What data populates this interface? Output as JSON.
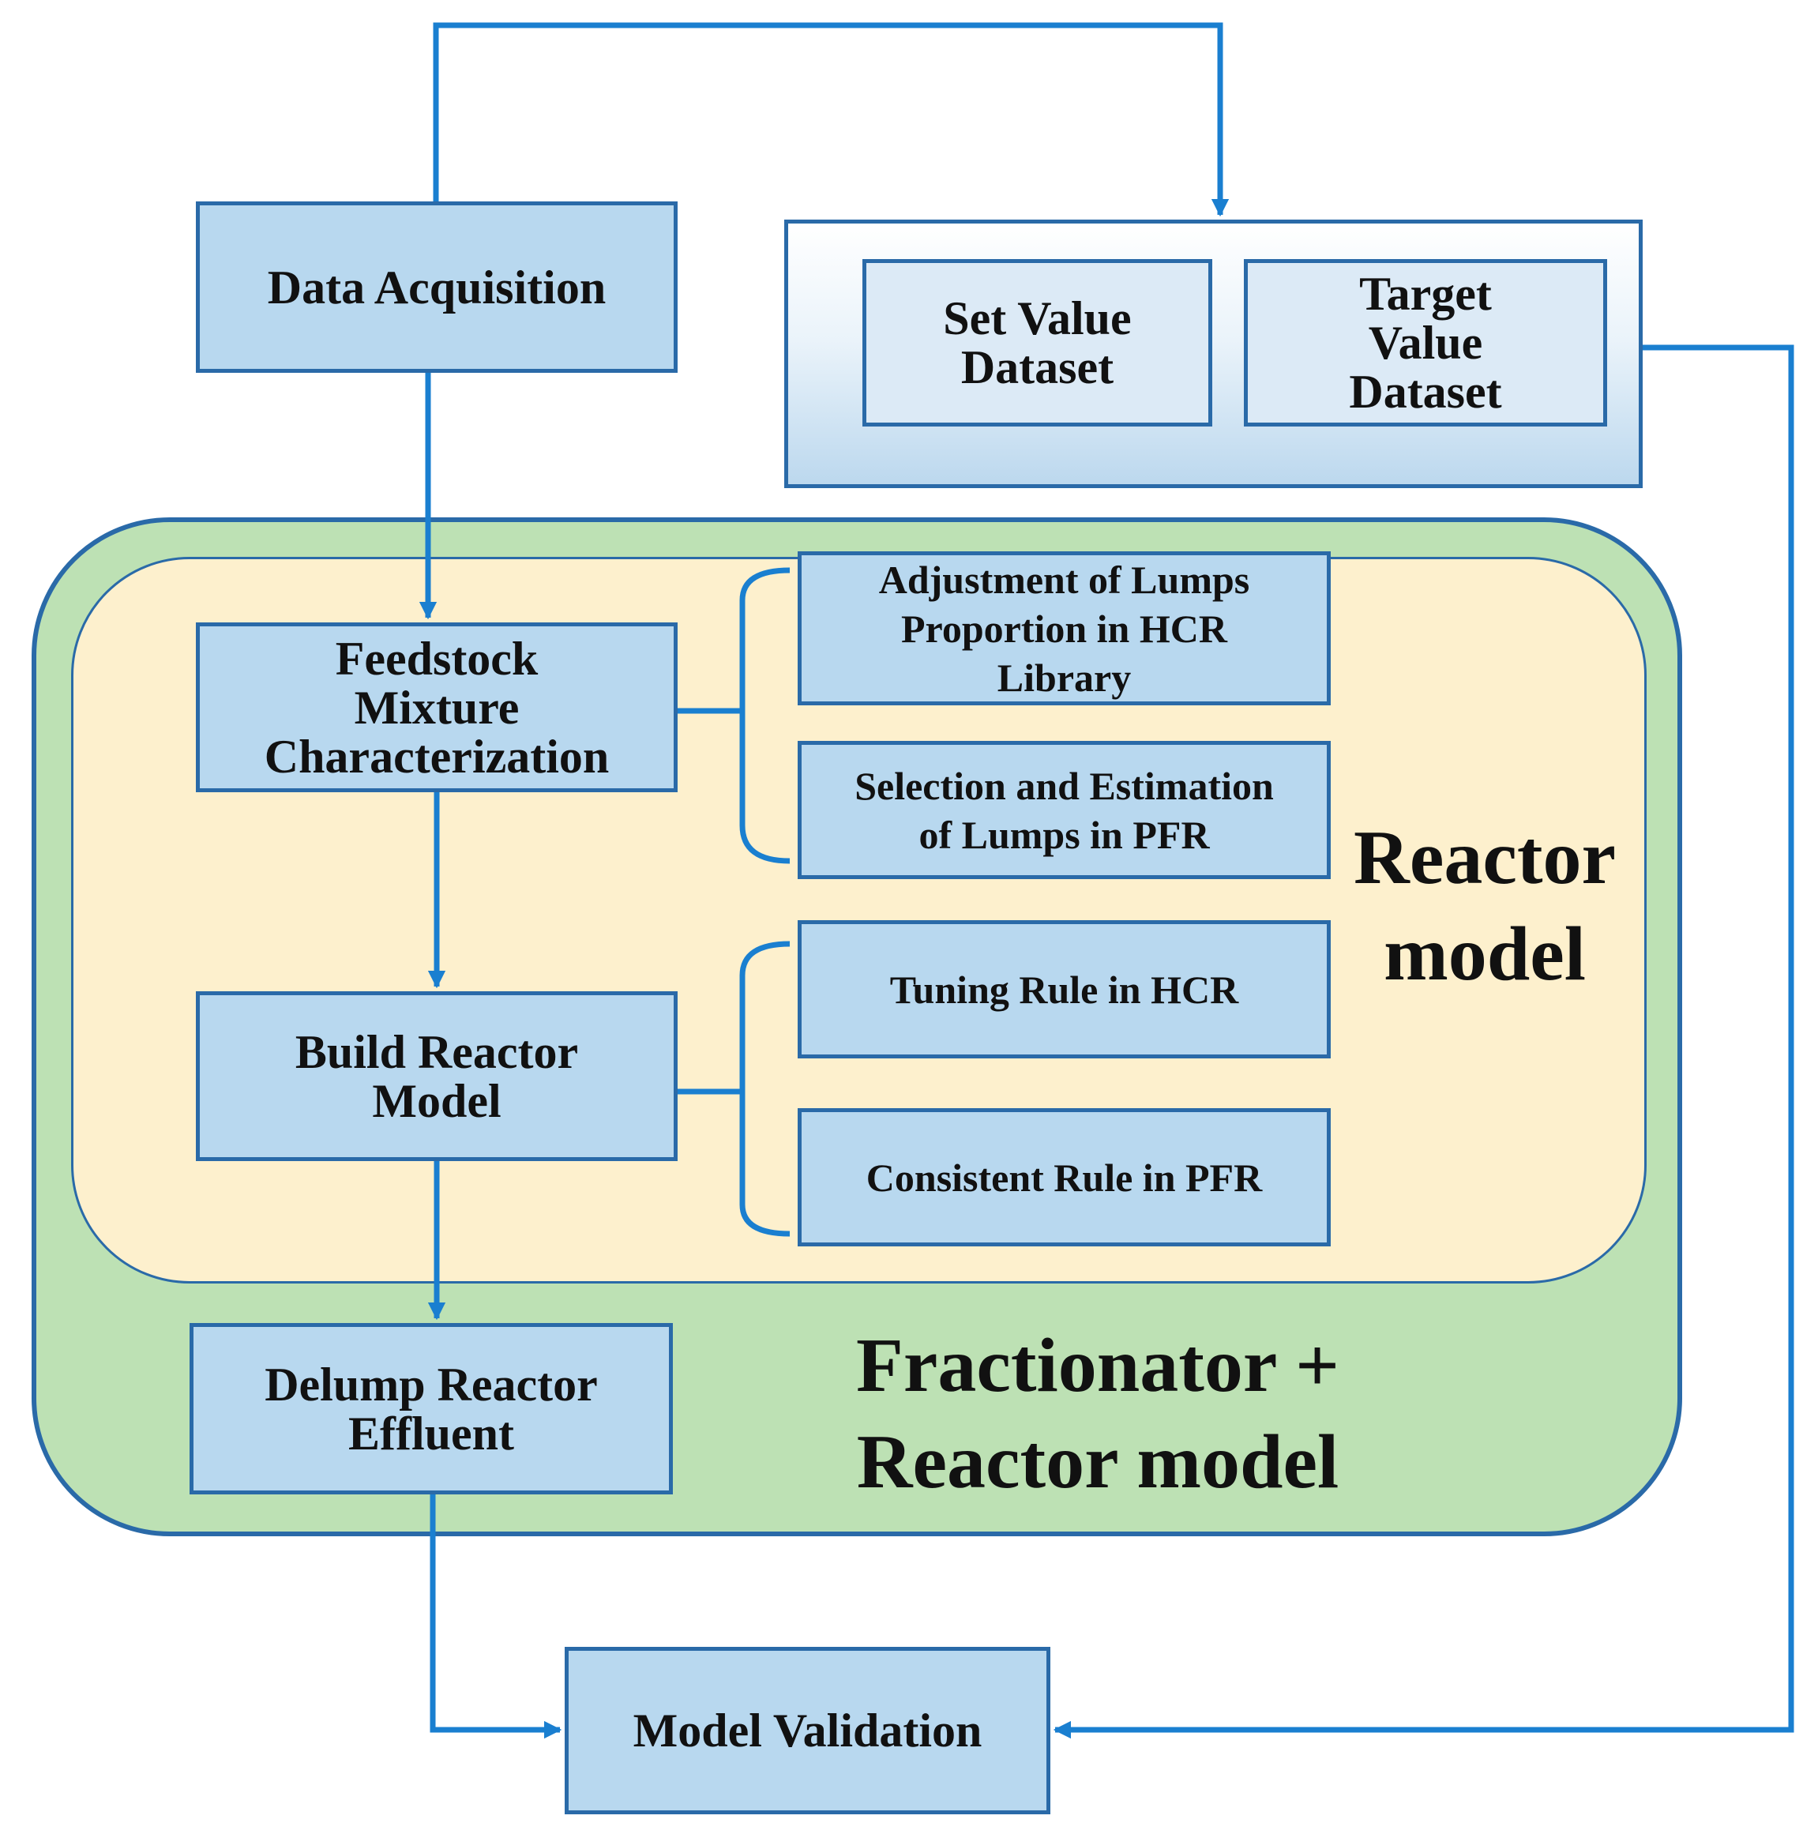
{
  "boxes": {
    "data_acquisition": "Data Acquisition",
    "set_value_dataset": "Set Value\nDataset",
    "target_value_dataset": "Target\nValue\nDataset",
    "feedstock": "Feedstock\nMixture\nCharacterization",
    "lumps_adjustment": "Adjustment of Lumps\nProportion in HCR\nLibrary",
    "lumps_selection": "Selection and Estimation\nof Lumps in PFR",
    "build_reactor": "Build Reactor\nModel",
    "tuning_rule": "Tuning Rule in HCR",
    "consistent_rule": "Consistent Rule in PFR",
    "delump": "Delump Reactor\nEffluent",
    "model_validation": "Model Validation"
  },
  "regions": {
    "reactor_model": "Reactor\nmodel",
    "fractionator_reactor_model": "Fractionator +\nReactor model"
  },
  "colors": {
    "box_fill": "#b8d8ef",
    "border": "#2a6aa8",
    "arrow": "#1a7fd0",
    "outer_region_fill": "#bde1b4",
    "inner_region_fill": "#fdf0cd"
  }
}
